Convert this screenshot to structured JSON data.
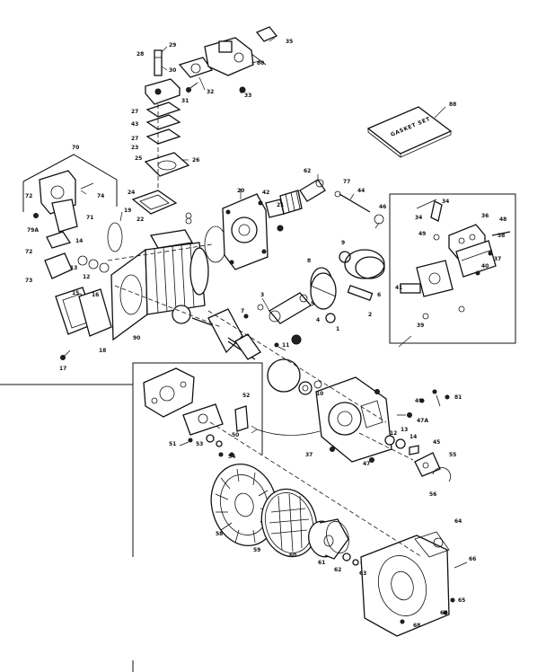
{
  "gasket_set_label": "GASKET SET",
  "callouts": [
    {
      "id": "c-gasket-set",
      "text": "88"
    },
    {
      "id": "c-28",
      "text": "28"
    },
    {
      "id": "c-29",
      "text": "29"
    },
    {
      "id": "c-30",
      "text": "30"
    },
    {
      "id": "c-31",
      "text": "31"
    },
    {
      "id": "c-32",
      "text": "32"
    },
    {
      "id": "c-33",
      "text": "33"
    },
    {
      "id": "c-35",
      "text": "35"
    },
    {
      "id": "c-80",
      "text": "80"
    },
    {
      "id": "c-27a",
      "text": "27"
    },
    {
      "id": "c-43",
      "text": "43"
    },
    {
      "id": "c-27b",
      "text": "27"
    },
    {
      "id": "c-23",
      "text": "23"
    },
    {
      "id": "c-25",
      "text": "25"
    },
    {
      "id": "c-26",
      "text": "26"
    },
    {
      "id": "c-24",
      "text": "24"
    },
    {
      "id": "c-22",
      "text": "22"
    },
    {
      "id": "c-70",
      "text": "70"
    },
    {
      "id": "c-72",
      "text": "72"
    },
    {
      "id": "c-74",
      "text": "74"
    },
    {
      "id": "c-71",
      "text": "71"
    },
    {
      "id": "c-79a",
      "text": "79A"
    },
    {
      "id": "c-72b",
      "text": "72"
    },
    {
      "id": "c-14",
      "text": "14"
    },
    {
      "id": "c-13",
      "text": "13"
    },
    {
      "id": "c-12",
      "text": "12"
    },
    {
      "id": "c-73",
      "text": "73"
    },
    {
      "id": "c-15",
      "text": "15"
    },
    {
      "id": "c-16",
      "text": "16"
    },
    {
      "id": "c-17",
      "text": "17"
    },
    {
      "id": "c-18",
      "text": "18"
    },
    {
      "id": "c-90",
      "text": "90"
    },
    {
      "id": "c-19",
      "text": "19"
    },
    {
      "id": "c-20",
      "text": "20"
    },
    {
      "id": "c-21",
      "text": "21"
    },
    {
      "id": "c-62",
      "text": "62"
    },
    {
      "id": "c-42",
      "text": "42"
    },
    {
      "id": "c-77",
      "text": "77"
    },
    {
      "id": "c-44",
      "text": "44"
    },
    {
      "id": "c-46",
      "text": "46"
    },
    {
      "id": "c-9",
      "text": "9"
    },
    {
      "id": "c-8",
      "text": "8"
    },
    {
      "id": "c-6",
      "text": "6"
    },
    {
      "id": "c-5",
      "text": "5"
    },
    {
      "id": "c-4",
      "text": "4"
    },
    {
      "id": "c-7",
      "text": "7"
    },
    {
      "id": "c-3",
      "text": "3"
    },
    {
      "id": "c-1",
      "text": "1"
    },
    {
      "id": "c-2",
      "text": "2"
    },
    {
      "id": "c-11",
      "text": "11"
    },
    {
      "id": "c-36",
      "text": "36"
    },
    {
      "id": "c-34",
      "text": "34"
    },
    {
      "id": "c-34b",
      "text": "34"
    },
    {
      "id": "c-48",
      "text": "48"
    },
    {
      "id": "c-49",
      "text": "49"
    },
    {
      "id": "c-40",
      "text": "40"
    },
    {
      "id": "c-37",
      "text": "37"
    },
    {
      "id": "c-38",
      "text": "38"
    },
    {
      "id": "c-41",
      "text": "41"
    },
    {
      "id": "c-39",
      "text": "39"
    },
    {
      "id": "c-10",
      "text": "10"
    },
    {
      "id": "c-81",
      "text": "81"
    },
    {
      "id": "c-37b",
      "text": "37"
    },
    {
      "id": "c-49b",
      "text": "49"
    },
    {
      "id": "c-47a",
      "text": "47A"
    },
    {
      "id": "c-12b",
      "text": "12"
    },
    {
      "id": "c-13b",
      "text": "13"
    },
    {
      "id": "c-14b",
      "text": "14"
    },
    {
      "id": "c-45",
      "text": "45"
    },
    {
      "id": "c-47",
      "text": "47"
    },
    {
      "id": "c-55",
      "text": "55"
    },
    {
      "id": "c-56",
      "text": "56"
    },
    {
      "id": "c-52",
      "text": "52"
    },
    {
      "id": "c-50",
      "text": "50"
    },
    {
      "id": "c-51",
      "text": "51"
    },
    {
      "id": "c-53",
      "text": "53"
    },
    {
      "id": "c-54",
      "text": "54"
    },
    {
      "id": "c-58",
      "text": "58"
    },
    {
      "id": "c-59",
      "text": "59"
    },
    {
      "id": "c-60",
      "text": "60"
    },
    {
      "id": "c-61",
      "text": "61"
    },
    {
      "id": "c-62b",
      "text": "62"
    },
    {
      "id": "c-63",
      "text": "63"
    },
    {
      "id": "c-64",
      "text": "64"
    },
    {
      "id": "c-65",
      "text": "65"
    },
    {
      "id": "c-66",
      "text": "66"
    },
    {
      "id": "c-67",
      "text": "67"
    },
    {
      "id": "c-68",
      "text": "68"
    }
  ]
}
